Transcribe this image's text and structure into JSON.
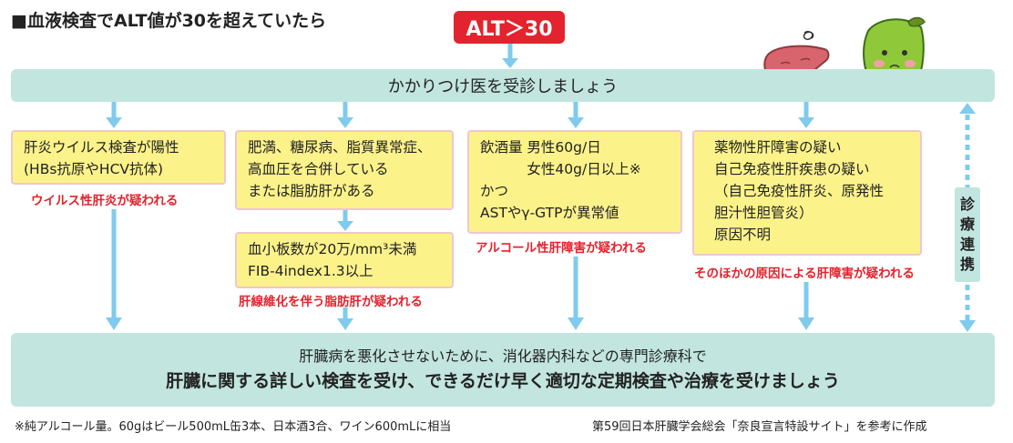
{
  "title": "■血液検査でALT値が30を超えていたら",
  "alt_badge": "ALT＞30",
  "top_band": "かかりつけ医を受診しましょう",
  "col1": {
    "lines": [
      "肝炎ウイルス検査が陽性",
      "(HBs抗原やHCV抗体)"
    ],
    "note": "ウイルス性肝炎が疑われる"
  },
  "col2": {
    "lines": [
      "肥満、糖尿病、脂質異常症、",
      "高血圧を合併している",
      "または脂肪肝がある"
    ],
    "sub_lines": [
      "血小板数が20万/mm³未満",
      "FIB-4index1.3以上"
    ],
    "note": "肝線維化を伴う脂肪肝が疑われる"
  },
  "col3": {
    "lines": [
      "飲酒量 男性60g/日",
      "　　　 女性40g/日以上※",
      "かつ",
      "ASTやγ-GTPが異常値"
    ],
    "note": "アルコール性肝障害が疑われる"
  },
  "col4": {
    "lines": [
      "薬物性肝障害の疑い",
      "自己免疫性肝疾患の疑い",
      "（自己免疫性肝炎、原発性",
      "胆汁性胆管炎）",
      "原因不明"
    ],
    "note": "そのほかの原因による肝障害が疑われる"
  },
  "side_tag": [
    "診",
    "療",
    "連",
    "携"
  ],
  "bottom_band": {
    "line1": "肝臓病を悪化させないために、消化器内科などの専門診療科で",
    "line2": "肝臓に関する詳しい検査を受け、できるだけ早く適切な定期検査や治療を受けましょう"
  },
  "footnote": "※純アルコール量。60gはビール500mL缶3本、日本酒3合、ワイン600mLに相当",
  "source": "第59回日本肝臓学会総会「奈良宣言特設サイト」を参考に作成",
  "colors": {
    "accent_red": "#e3232d",
    "band_teal": "#c2e5df",
    "box_yellow": "#fcf28a",
    "box_border_pink": "#efc6d2",
    "arrow_blue": "#7fcbee"
  },
  "icons": [
    "liver-icon",
    "mascot-icon"
  ]
}
